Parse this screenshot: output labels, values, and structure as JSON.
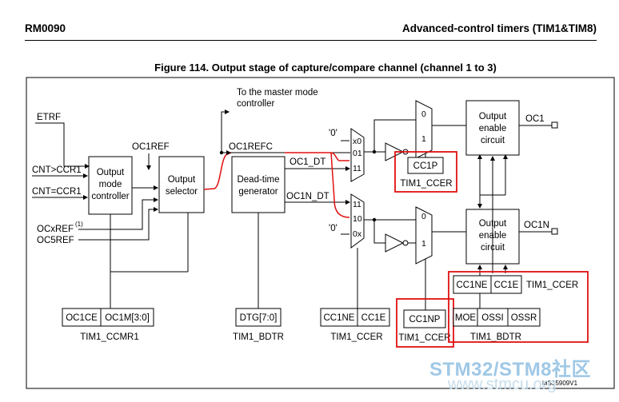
{
  "header": {
    "doc_id": "RM0090",
    "section": "Advanced-control timers (TIM1&TIM8)"
  },
  "figure": {
    "title": "Figure 114. Output stage of capture/compare channel (channel 1 to 3)"
  },
  "labels": {
    "etrf": "ETRF",
    "cnt_gt": "CNT>CCR1",
    "cnt_eq": "CNT=CCR1",
    "ocxref": "OCxREF",
    "ocxref_note": "(1)",
    "oc5ref": "OC5REF",
    "oc1ref": "OC1REF",
    "oc1refc": "OC1REFC",
    "master": [
      "To the master mode",
      "controller"
    ],
    "oc1_dt": "OC1_DT",
    "oc1n_dt": "OC1N_DT",
    "zero_top": "'0'",
    "zero_bottom": "'0'",
    "mux1_in": [
      "x0",
      "01",
      "11"
    ],
    "mux2_in": [
      "11",
      "10",
      "0x"
    ],
    "out_mux_top": [
      "0",
      "1"
    ],
    "out_mux_bot": [
      "0",
      "1"
    ],
    "oc1": "OC1",
    "oc1n": "OC1N",
    "ms_code": "MS35909V1"
  },
  "blocks": {
    "output_mode_controller": [
      "Output",
      "mode",
      "controller"
    ],
    "output_selector": [
      "Output",
      "selector"
    ],
    "dead_time": [
      "Dead-time",
      "generator"
    ],
    "output_enable_top": [
      "Output",
      "enable",
      "circuit"
    ],
    "output_enable_bottom": [
      "Output",
      "enable",
      "circuit"
    ]
  },
  "registers": {
    "ccmr1": {
      "fields": [
        "OC1CE",
        "OC1M[3:0]"
      ],
      "name": "TIM1_CCMR1"
    },
    "bdtr_dtg": {
      "fields": [
        "DTG[7:0]"
      ],
      "name": "TIM1_BDTR"
    },
    "ccer_mid": {
      "fields": [
        "CC1NE",
        "CC1E"
      ],
      "name": "TIM1_CCER"
    },
    "ccer_cc1p": {
      "fields": [
        "CC1P"
      ],
      "name": "TIM1_CCER"
    },
    "ccer_cc1np": {
      "fields": [
        "CC1NP"
      ],
      "name": "TIM1_CCER"
    },
    "ccer_right": {
      "fields": [
        "CC1NE",
        "CC1E"
      ],
      "name": "TIM1_CCER"
    },
    "bdtr_right": {
      "fields": [
        "MOE",
        "OSSI",
        "OSSR"
      ],
      "name": "TIM1_BDTR"
    }
  },
  "colors": {
    "highlight": "#e01010",
    "line": "#000000",
    "watermark": "#9fc8e6"
  },
  "watermark": {
    "brand": "STM32/STM8社区",
    "url": "www.stmcu.org"
  }
}
